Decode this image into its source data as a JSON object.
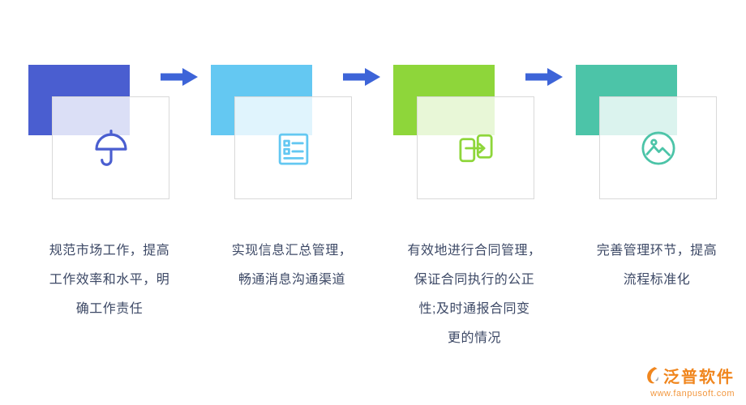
{
  "steps": [
    {
      "name": "market-regulation",
      "icon": "umbrella-icon",
      "color": "#4a5ed0",
      "text": "规范市场工作，提高\n工作效率和水平，明\n确工作责任"
    },
    {
      "name": "info-summary",
      "icon": "list-icon",
      "color": "#64c8f2",
      "text": "实现信息汇总管理，\n畅通消息沟通渠道"
    },
    {
      "name": "contract-management",
      "icon": "transfer-icon",
      "color": "#8ed63a",
      "text": "有效地进行合同管理，\n保证合同执行的公正\n性;及时通报合同变\n更的情况"
    },
    {
      "name": "process-standardization",
      "icon": "image-icon",
      "color": "#4cc4a8",
      "text": "完善管理环节，提高\n流程标准化"
    }
  ],
  "colors": {
    "arrow": "#3d64d8",
    "text": "#3d4966",
    "card_border": "#d9d9d9",
    "brand": "#f0861e"
  },
  "footer": {
    "brand": "泛普软件",
    "url": "www.fanpusoft.com"
  }
}
